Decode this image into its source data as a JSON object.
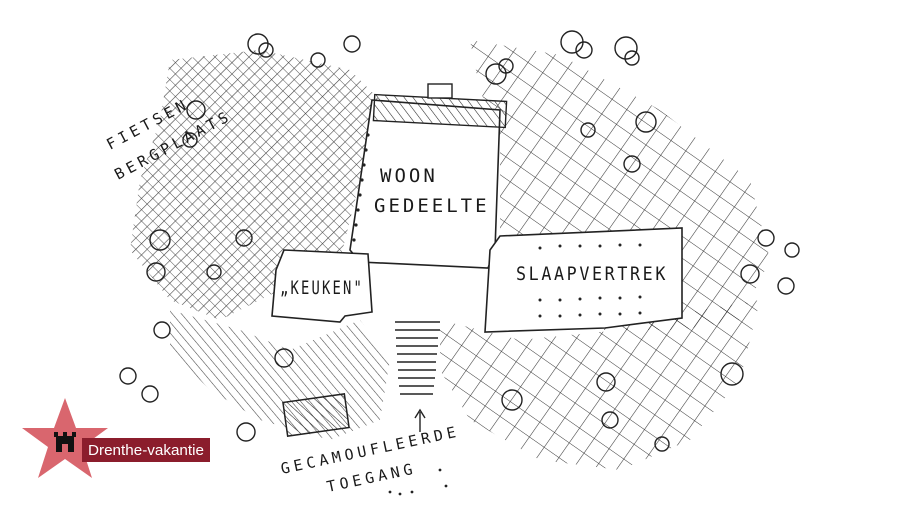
{
  "labels": {
    "woon_line1": "WOON",
    "woon_line2": "GEDEELTE",
    "slaapvertrek": "SLAAPVERTREK",
    "keuken": "„KEUKEN\"",
    "fietsen_line1": "FIETSEN",
    "fietsen_line2": "BERGPLAATS",
    "toegang_line1": "GECAMOUFLEERDE",
    "toegang_line2": "TOEGANG"
  },
  "brand": {
    "name": "Drenthe-vakantie",
    "star_color": "#d9666e",
    "box_color": "#8b1d2c",
    "icon": "castle-icon"
  }
}
